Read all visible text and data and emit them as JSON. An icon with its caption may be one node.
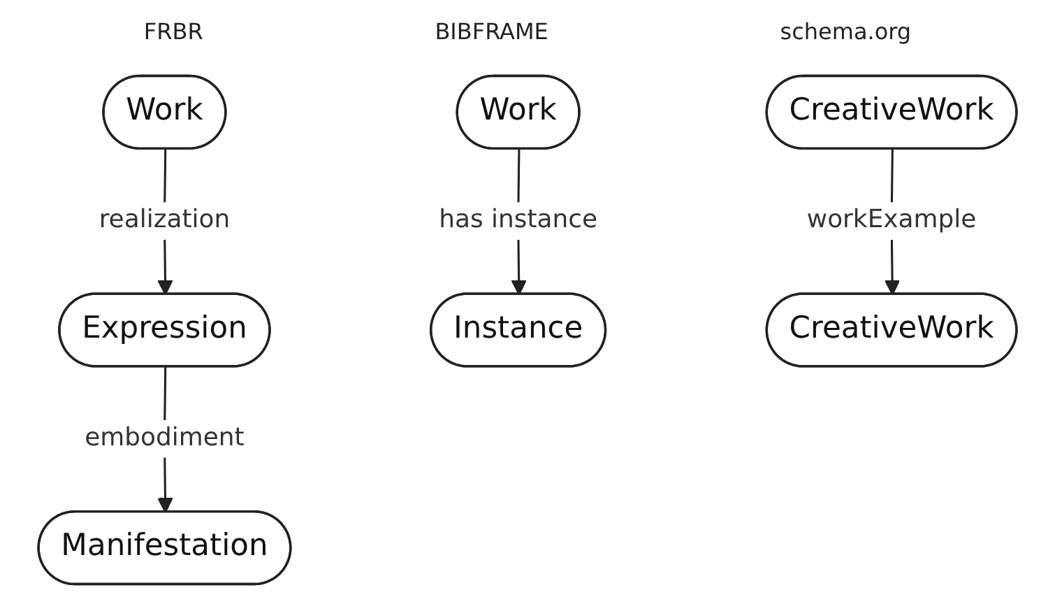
{
  "diagram": {
    "nodes": [
      {
        "text": [
          "Work"
        ]
      },
      {
        "text": [
          "Expression"
        ]
      },
      {
        "text": [
          "Manifestation"
        ]
      },
      {
        "text": [
          "Work"
        ]
      },
      {
        "text": [
          "Instance"
        ]
      },
      {
        "text": [
          "CreativeWork"
        ]
      },
      {
        "text": [
          "CreativeWork"
        ]
      }
    ],
    "edges": [
      {
        "from": 0,
        "to": 1,
        "arrow": "to",
        "label": "realization"
      },
      {
        "from": 1,
        "to": 2,
        "arrow": "to",
        "label": "embodiment"
      },
      {
        "from": 3,
        "to": 4,
        "arrow": "to",
        "label": "has instance"
      },
      {
        "from": 5,
        "to": 6,
        "arrow": "to",
        "label": "workExample"
      }
    ],
    "labels": [
      "FRBR",
      "BIBFRAME",
      "schema.org"
    ]
  }
}
